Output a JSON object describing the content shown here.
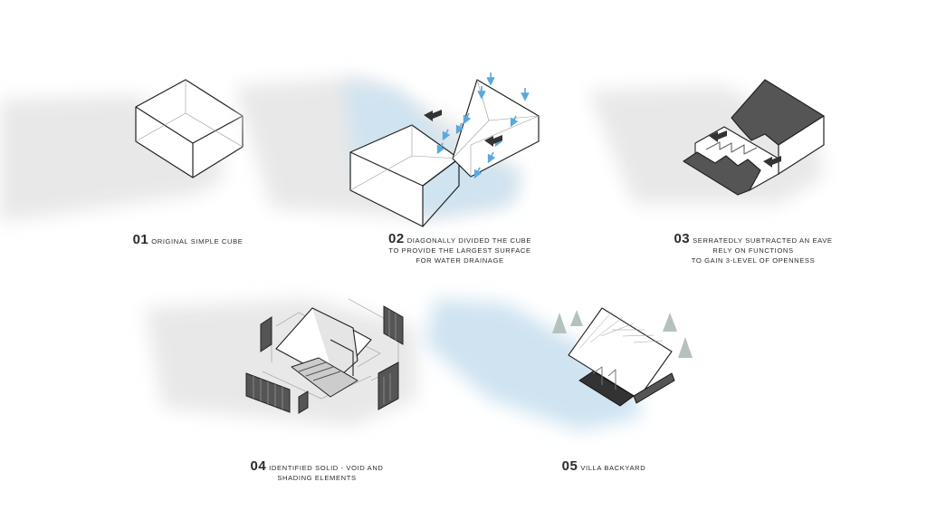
{
  "steps": [
    {
      "number": "01",
      "lines": [
        "ORIGINAL SIMPLE CUBE"
      ]
    },
    {
      "number": "02",
      "lines": [
        "DIAGONALLY DIVIDED THE CUBE",
        "TO PROVIDE THE LARGEST SURFACE",
        "FOR WATER DRAINAGE"
      ]
    },
    {
      "number": "03",
      "lines": [
        "SERRATEDLY SUBTRACTED AN EAVE",
        "RELY ON FUNCTIONS",
        "TO GAIN 3-LEVEL OF OPENNESS"
      ]
    },
    {
      "number": "04",
      "lines": [
        "IDENTIFIED SOLID - VOID AND",
        "SHADING ELEMENTS"
      ]
    },
    {
      "number": "05",
      "lines": [
        "VILLA BACKYARD"
      ]
    }
  ],
  "colors": {
    "shadow_gray": "#e6e6e6",
    "shadow_blue": "#cfe3f1",
    "arrow_blue": "#5aa9dd",
    "arrow_dark": "#333333",
    "dark_fill": "#555555",
    "tree": "#b5c2bb"
  }
}
